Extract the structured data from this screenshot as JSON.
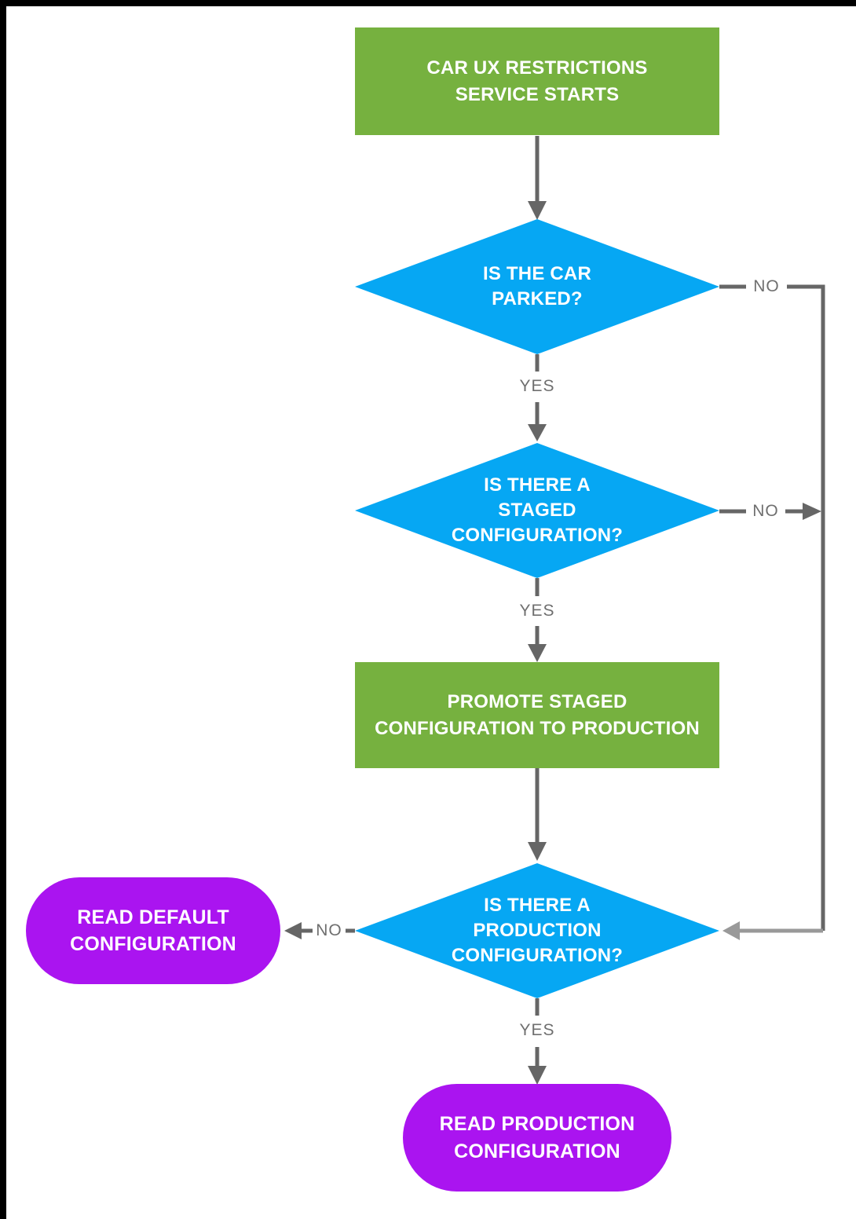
{
  "diagram": {
    "kind": "flowchart",
    "background": "#ffffff",
    "frame_color": "#000000"
  },
  "palette": {
    "process_green": "#76B13F",
    "decision_blue": "#06A7F3",
    "terminal_purple": "#AA14F0",
    "connector_gray": "#666666",
    "connector_light_gray": "#999999",
    "edge_label_gray": "#6f6f6f",
    "node_text": "#ffffff"
  },
  "nodes": {
    "start": {
      "type": "process",
      "label": "CAR UX RESTRICTIONS\nSERVICE STARTS",
      "color": "#76B13F"
    },
    "is_parked": {
      "type": "decision",
      "label": "IS THE CAR\nPARKED?",
      "color": "#06A7F3"
    },
    "is_staged": {
      "type": "decision",
      "label": "IS THERE A\nSTAGED\nCONFIGURATION?",
      "color": "#06A7F3"
    },
    "promote": {
      "type": "process",
      "label": "PROMOTE STAGED\nCONFIGURATION TO PRODUCTION",
      "color": "#76B13F"
    },
    "is_production": {
      "type": "decision",
      "label": "IS THERE A\nPRODUCTION\nCONFIGURATION?",
      "color": "#06A7F3"
    },
    "read_default": {
      "type": "terminal",
      "label": "READ DEFAULT\nCONFIGURATION",
      "color": "#AA14F0"
    },
    "read_production": {
      "type": "terminal",
      "label": "READ PRODUCTION\nCONFIGURATION",
      "color": "#AA14F0"
    }
  },
  "edge_labels": {
    "parked_no": "NO",
    "parked_yes": "YES",
    "staged_no": "NO",
    "staged_yes": "YES",
    "production_no": "NO",
    "production_yes": "YES"
  }
}
